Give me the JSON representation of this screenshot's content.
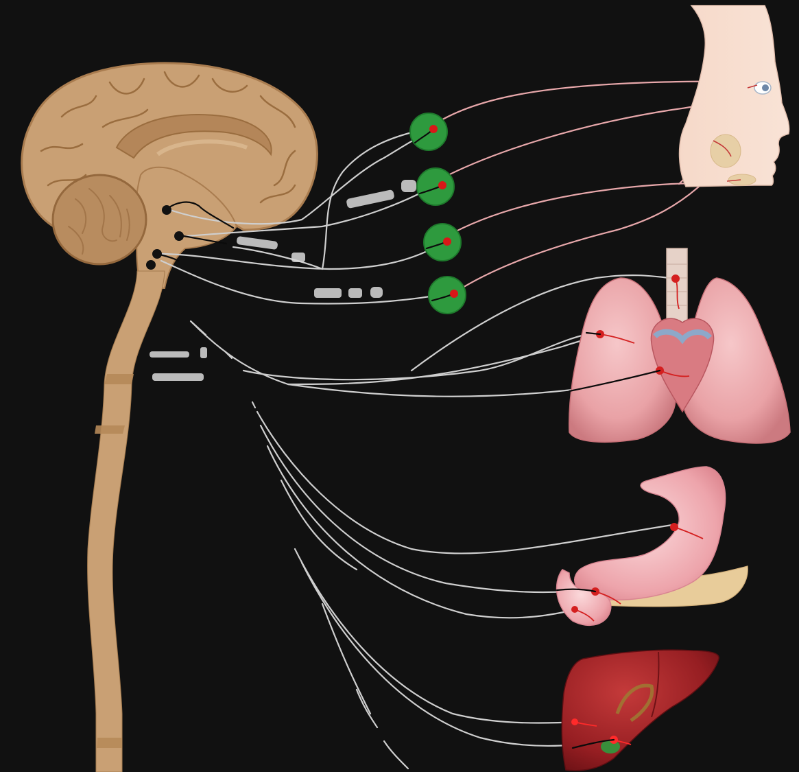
{
  "diagram": {
    "background_color": "#111111",
    "nerve_color": "#cfcfcf",
    "ganglion_color": "#2e9a3e",
    "nucleus_color": "#d81818",
    "brain_color": "#c9a074",
    "spinal_cord_color": "#c9a074",
    "organs": [
      {
        "id": "face-eye-glands",
        "icon": "face-profile-icon"
      },
      {
        "id": "lungs-heart",
        "icon": "lungs-icon"
      },
      {
        "id": "stomach-pancreas",
        "icon": "stomach-icon"
      },
      {
        "id": "liver",
        "icon": "liver-icon"
      }
    ],
    "cranial_ganglia_count": 4,
    "brainstem_nuclei_count": 4
  }
}
